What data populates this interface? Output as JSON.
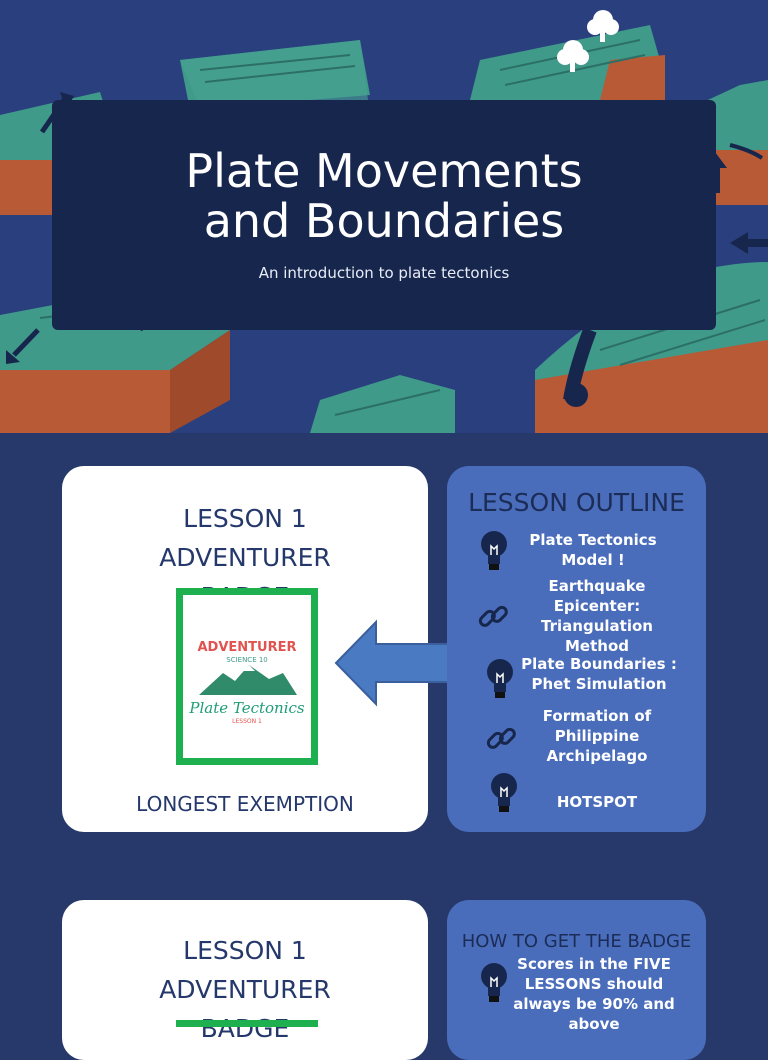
{
  "hero": {
    "title_line1": "Plate Movements",
    "title_line2": "and Boundaries",
    "subtitle": "An introduction to plate tectonics"
  },
  "lesson_card_1": {
    "title_line1": "LESSON 1",
    "title_line2": "ADVENTURER",
    "title_line3": "BADGE",
    "exemption": "LONGEST EXEMPTION",
    "badge": {
      "top_text": "ADVENTURER",
      "sub_text": "SCIENCE 10",
      "script_text": "Plate Tectonics",
      "bottom_text": "LESSON 1"
    }
  },
  "outline_card": {
    "title": "LESSON OUTLINE",
    "items": [
      {
        "icon": "lightbulb-icon",
        "text": "Plate Tectonics Model !"
      },
      {
        "icon": "link-icon",
        "text": "Earthquake Epicenter: Triangulation Method"
      },
      {
        "icon": "lightbulb-icon",
        "text": "Plate Boundaries : Phet Simulation"
      },
      {
        "icon": "link-icon",
        "text": "Formation of Philippine Archipelago"
      },
      {
        "icon": "lightbulb-icon",
        "text": "HOTSPOT"
      }
    ]
  },
  "lesson_card_2": {
    "title_line1": "LESSON 1",
    "title_line2": "ADVENTURER",
    "title_line3": "BADGE"
  },
  "badge_card": {
    "title": "HOW TO GET THE BADGE",
    "items": [
      {
        "icon": "lightbulb-icon",
        "text": "Scores in the FIVE LESSONS should always be 90% and above"
      }
    ]
  },
  "colors": {
    "background": "#27396b",
    "title_panel": "#17264d",
    "accent_green": "#1eb04f",
    "card_blue": "#4a6dbb"
  }
}
